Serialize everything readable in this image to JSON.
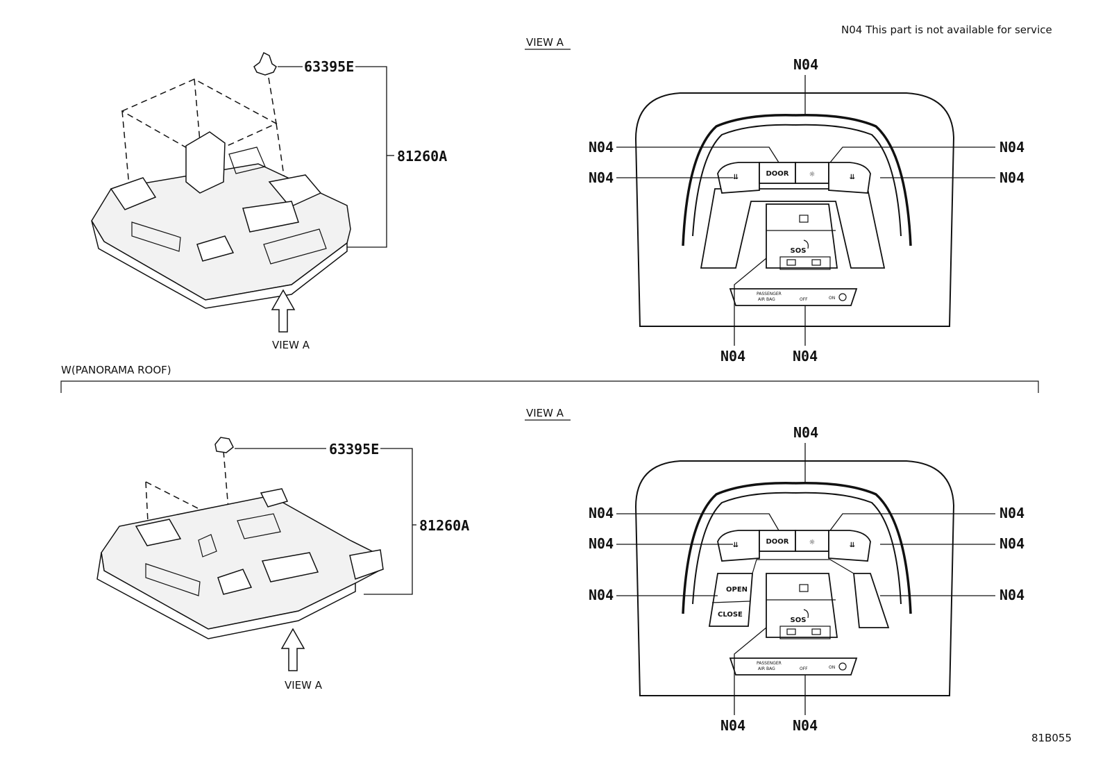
{
  "note": "N04 This part is not available for service",
  "diagram_id": "81B055",
  "section_label": "W(PANORAMA ROOF)",
  "upper": {
    "view_title": "VIEW A",
    "arrow_label": "VIEW A",
    "clip_part": "63395E",
    "assembly_part": "81260A",
    "callouts": [
      "N04",
      "N04",
      "N04",
      "N04",
      "N04",
      "N04",
      "N04"
    ],
    "buttons": {
      "door": "DOOR",
      "sos": "SOS"
    },
    "airbag": {
      "line1": "PASSENGER",
      "line2": "AIR BAG",
      "off": "OFF",
      "on": "ON"
    }
  },
  "lower": {
    "view_title": "VIEW A",
    "arrow_label": "VIEW A",
    "clip_part": "63395E",
    "assembly_part": "81260A",
    "callouts": [
      "N04",
      "N04",
      "N04",
      "N04",
      "N04",
      "N04",
      "N04",
      "N04",
      "N04"
    ],
    "buttons": {
      "door": "DOOR",
      "sos": "SOS",
      "open": "OPEN",
      "close": "CLOSE"
    },
    "airbag": {
      "line1": "PASSENGER",
      "line2": "AIR BAG",
      "off": "OFF",
      "on": "ON"
    }
  }
}
